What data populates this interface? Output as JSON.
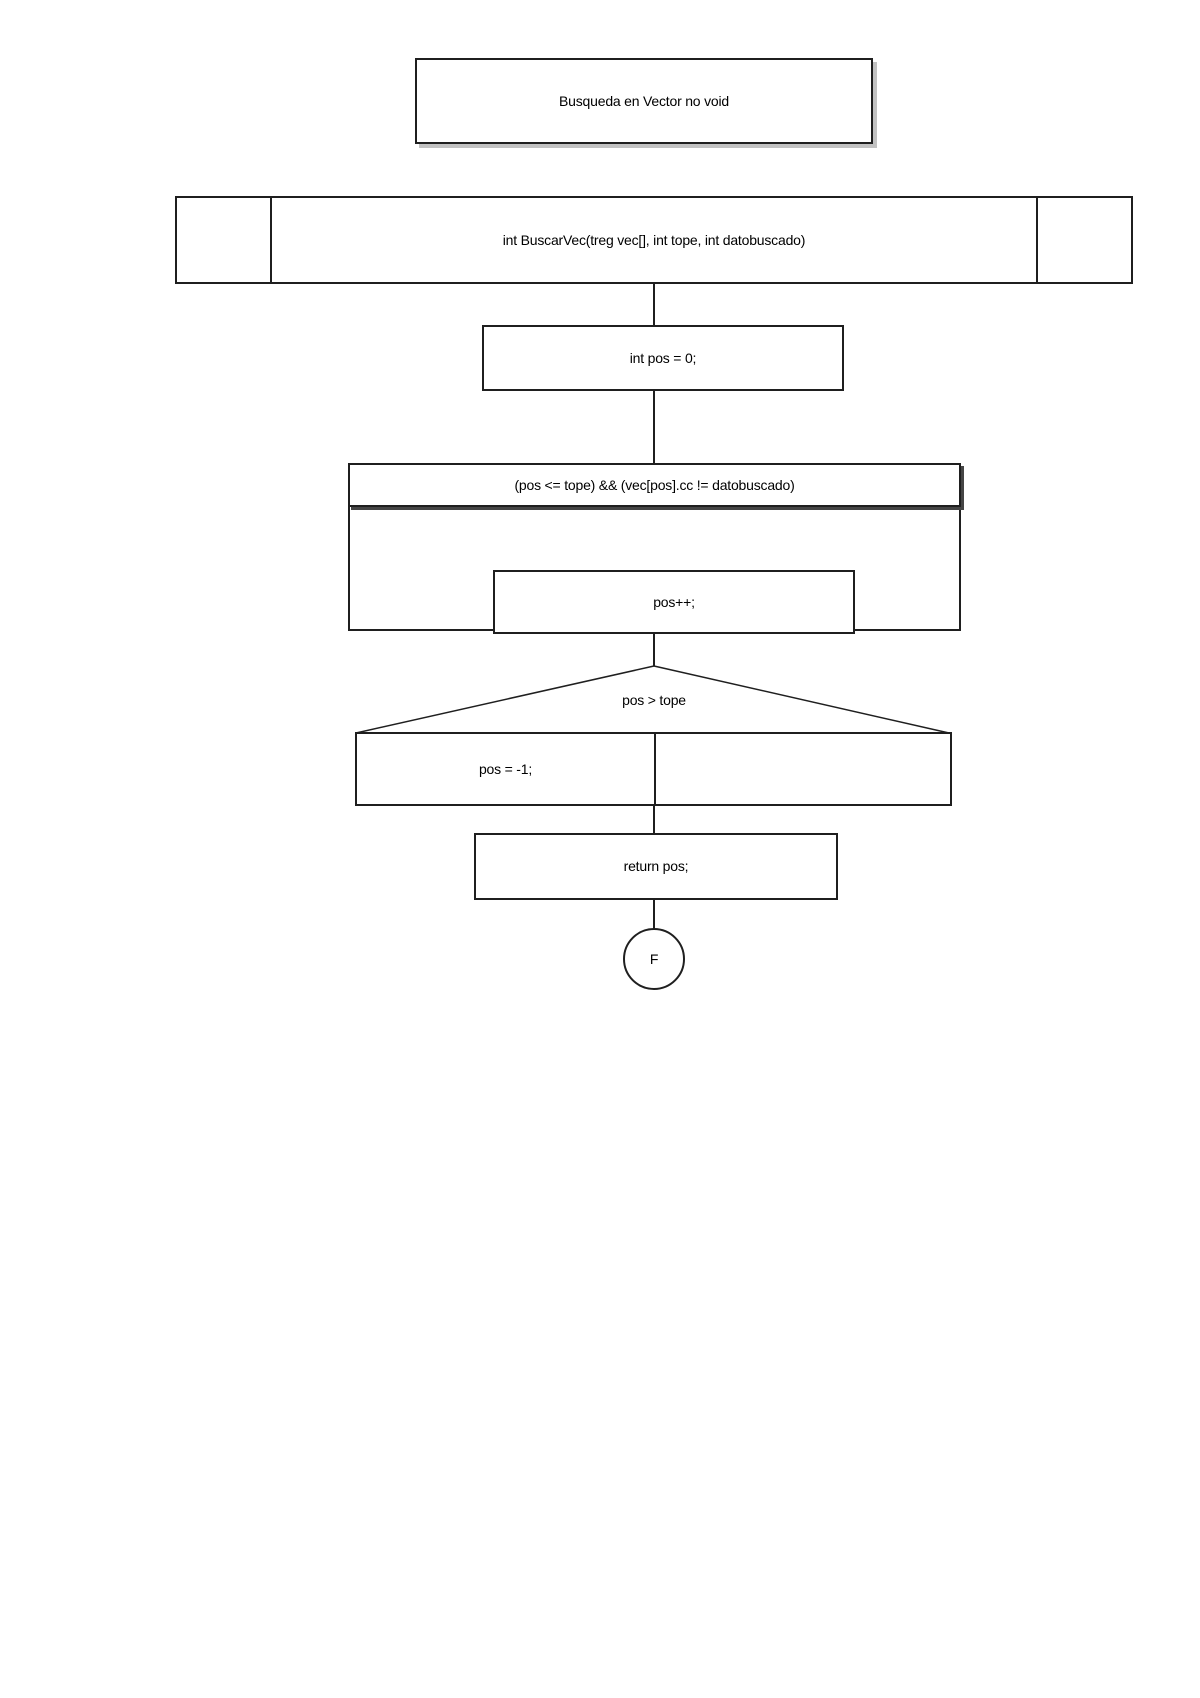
{
  "diagram": {
    "title": "Busqueda en Vector no void",
    "function_signature": "int BuscarVec(treg vec[], int tope, int datobuscado)",
    "statements": {
      "init": "int pos = 0;",
      "while_condition": "(pos <= tope) && (vec[pos].cc != datobuscado)",
      "while_body": "pos++;",
      "if_condition": "pos > tope",
      "if_true_branch": "pos = -1;",
      "if_false_branch": "",
      "return_statement": "return pos;",
      "end_label": "F"
    },
    "colors": {
      "line": "#1f1f1f",
      "background": "#ffffff",
      "text": "#000000",
      "title_shadow": "#c2c2c2",
      "condition_bar_shadow": "#454545"
    }
  }
}
